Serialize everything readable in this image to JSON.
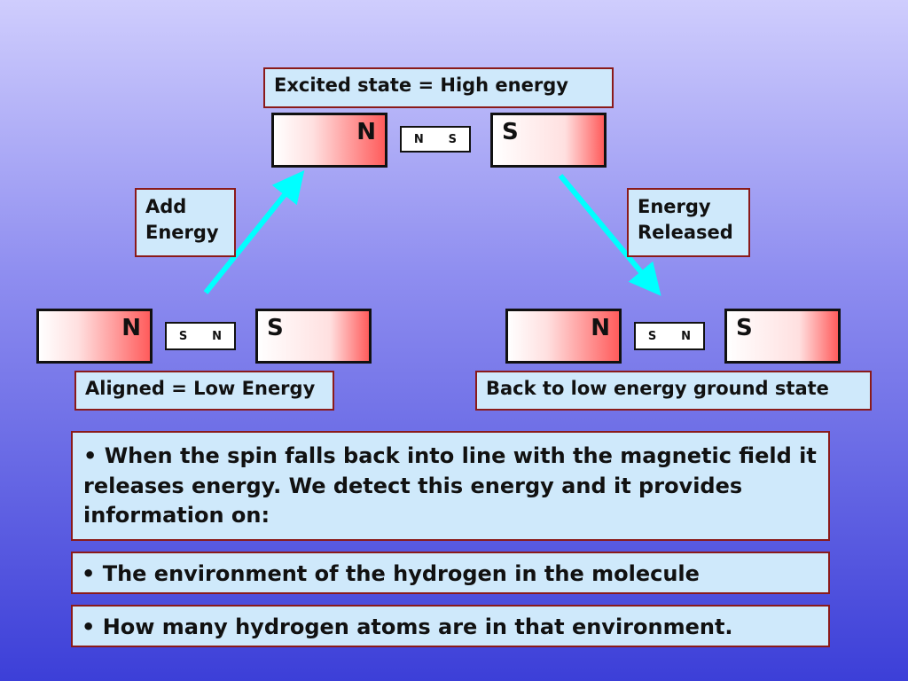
{
  "top": {
    "label": "Excited state = High energy",
    "magnet_n": "N",
    "magnet_s": "S",
    "mini_left": "N",
    "mini_right": "S"
  },
  "left": {
    "add_energy": "Add\nEnergy",
    "magnet_n": "N",
    "magnet_s": "S",
    "mini_left": "S",
    "mini_right": "N",
    "label": "Aligned = Low Energy"
  },
  "right": {
    "energy_released": "Energy\nReleased",
    "magnet_n": "N",
    "magnet_s": "S",
    "mini_left": "S",
    "mini_right": "N",
    "label": "Back to low energy ground state"
  },
  "notes": {
    "main": "• When the spin falls back into line with the magnetic field it releases energy.  We detect this energy and it provides information on:",
    "point1": "• The environment of the hydrogen in the molecule",
    "point2": "• How many hydrogen atoms are in that environment."
  },
  "colors": {
    "arrow": "#00ffff",
    "box_fill": "#cfe9fb",
    "box_border": "#8a1a1a"
  }
}
